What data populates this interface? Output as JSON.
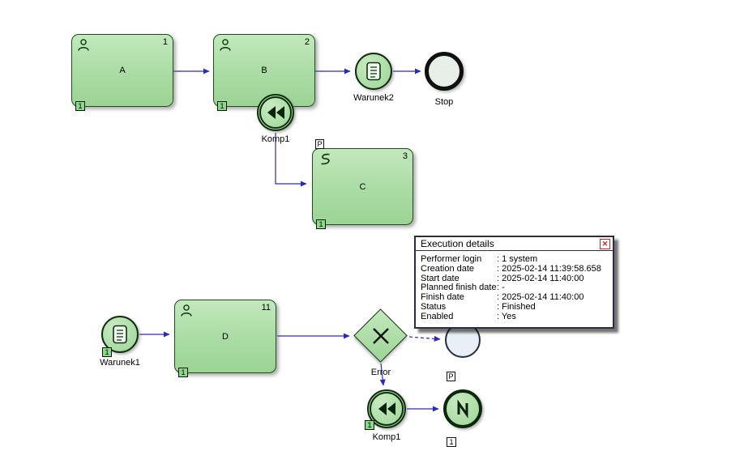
{
  "diagram": {
    "tasks": [
      {
        "id": "a",
        "label": "A",
        "number": "1",
        "badge": "1"
      },
      {
        "id": "b",
        "label": "B",
        "number": "2",
        "badge": "1"
      },
      {
        "id": "c",
        "label": "C",
        "number": "3",
        "badge": "1",
        "corner": "P"
      },
      {
        "id": "d",
        "label": "D",
        "number": "11",
        "badge": "1"
      }
    ],
    "events": {
      "warunek2": {
        "label": "Warunek2"
      },
      "stop": {
        "label": "Stop"
      },
      "komp1_top": {
        "label": "Komp1"
      },
      "warunek1": {
        "label": "Warunek1",
        "badge": "1"
      },
      "error": {
        "label": "Error"
      },
      "komp1_bottom": {
        "label": "Komp1",
        "badge": "1"
      },
      "end_lightning": {
        "corner": "P",
        "badge": "1"
      }
    }
  },
  "popup": {
    "title": "Execution details",
    "close": "✕",
    "rows": [
      {
        "label": "Performer login",
        "value": ": 1 system"
      },
      {
        "label": "Creation date",
        "value": ": 2025-02-14 11:39:58.658"
      },
      {
        "label": "Start date",
        "value": ": 2025-02-14 11:40:00"
      },
      {
        "label": "Planned finish date",
        "value": ": -"
      },
      {
        "label": "Finish date",
        "value": ": 2025-02-14 11:40:00"
      },
      {
        "label": "Status",
        "value": ": Finished"
      },
      {
        "label": "Enabled",
        "value": ": Yes"
      }
    ]
  },
  "icons": {
    "task": "person-icon",
    "warunek": "document-icon",
    "komp": "rewind-icon",
    "script": "script-icon",
    "error": "x-cross-icon",
    "end": "lightning-icon",
    "window_close": "close-icon"
  },
  "colors": {
    "node_fill": "#a9dca3",
    "node_border": "#1c4f1c",
    "arrow": "#2a2ac0",
    "badge_fill": "#86dd86",
    "close_red": "#cc2222",
    "popup_border": "#2c2c44"
  }
}
